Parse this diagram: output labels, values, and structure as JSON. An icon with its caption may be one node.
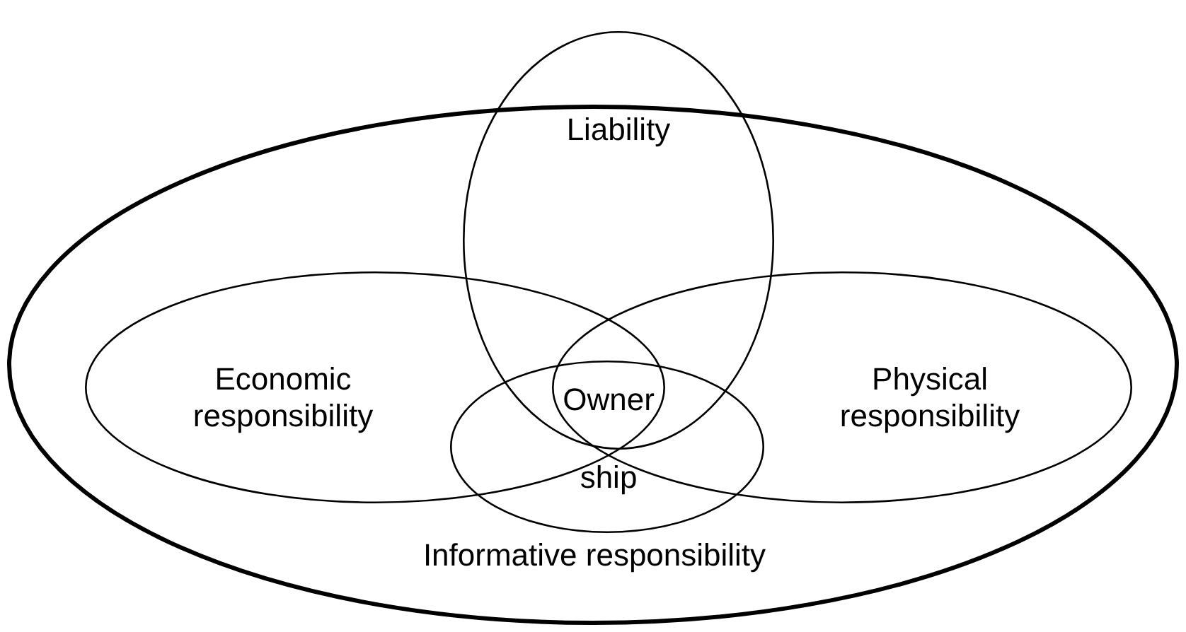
{
  "diagram": {
    "nodes": [
      {
        "text": [
          "Informative responsibility"
        ]
      },
      {
        "text": [
          "Liability"
        ]
      },
      {
        "text": [
          "Economic responsibility"
        ],
        "in": 0
      },
      {
        "text": [
          "Owner",
          "ship"
        ],
        "in": 0
      },
      {
        "text": [
          "Physical responsibility"
        ],
        "in": 0
      }
    ]
  }
}
